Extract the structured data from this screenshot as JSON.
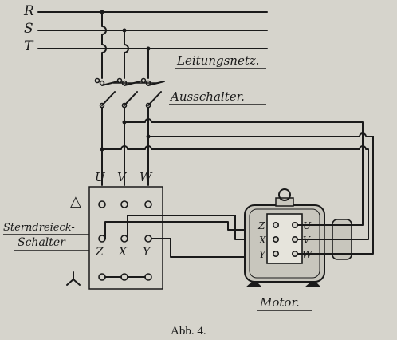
{
  "phases": [
    "R",
    "S",
    "T"
  ],
  "labels": {
    "network": "Leitungsnetz.",
    "switch": "Ausschalter.",
    "star_delta": "Sterndreieck-",
    "switch_word": "Schalter",
    "motor": "Motor."
  },
  "switch_top_terminals": [
    "U",
    "V",
    "W"
  ],
  "switch_bottom_terminals": [
    "Z",
    "X",
    "Y"
  ],
  "motor_terminals_left": [
    "Z",
    "X",
    "Y"
  ],
  "motor_terminals_right": [
    "U",
    "V",
    "W"
  ],
  "symbols": {
    "delta": "△",
    "star": "人"
  },
  "caption": "Abb. 4."
}
